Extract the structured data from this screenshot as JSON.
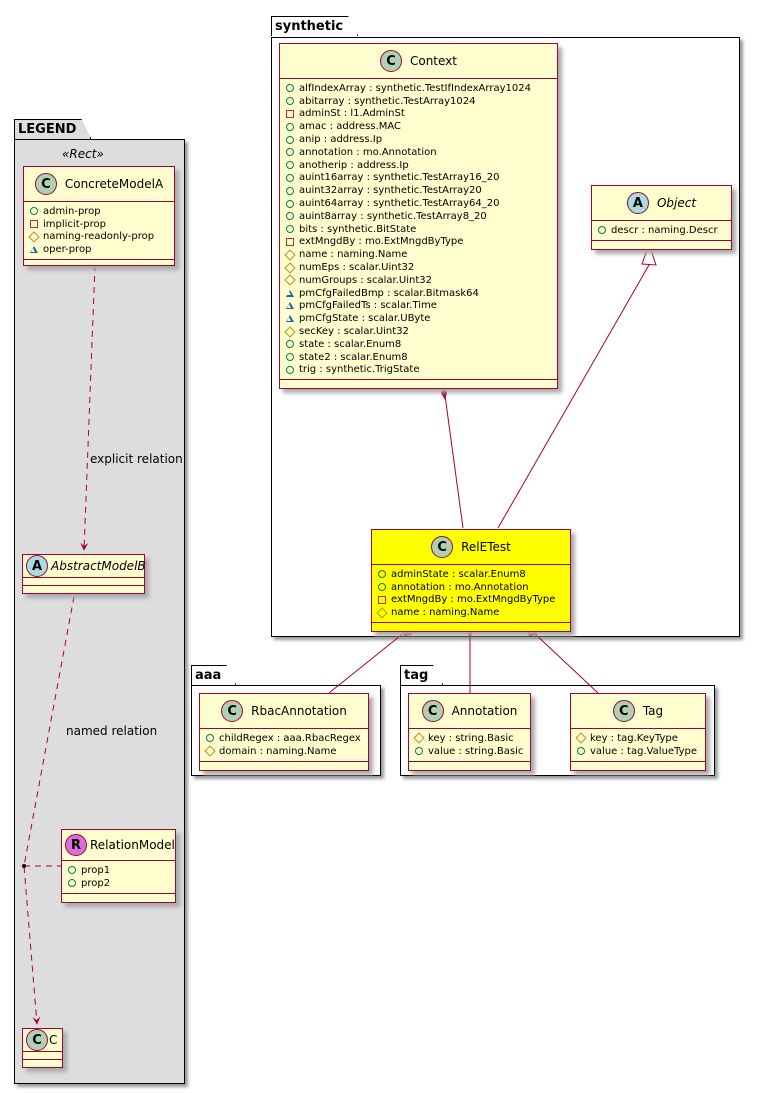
{
  "packages": {
    "legend": {
      "name": "LEGEND",
      "stereotype": "«Rect»"
    },
    "synthetic": {
      "name": "synthetic"
    },
    "aaa": {
      "name": "aaa"
    },
    "tag": {
      "name": "tag"
    }
  },
  "legend_classes": {
    "concrete": {
      "badge": "C",
      "name": "ConcreteModelA",
      "attrs": [
        {
          "vis": "public",
          "text": "admin-prop"
        },
        {
          "vis": "private",
          "text": "implicit-prop"
        },
        {
          "vis": "protected",
          "text": "naming-readonly-prop"
        },
        {
          "vis": "package",
          "text": "oper-prop"
        }
      ]
    },
    "abstract": {
      "badge": "A",
      "name": "AbstractModelB"
    },
    "relation": {
      "badge": "R",
      "name": "RelationModel",
      "attrs": [
        {
          "vis": "public",
          "text": "prop1"
        },
        {
          "vis": "public",
          "text": "prop2"
        }
      ]
    },
    "c": {
      "badge": "C",
      "name": "C"
    }
  },
  "relation_labels": {
    "explicit": "explicit relation",
    "named": "named relation"
  },
  "classes": {
    "context": {
      "badge": "C",
      "name": "Context",
      "attrs": [
        {
          "vis": "public",
          "text": "alfIndexArray : synthetic.TestIfIndexArray1024"
        },
        {
          "vis": "public",
          "text": "abitarray : synthetic.TestArray1024"
        },
        {
          "vis": "private",
          "text": "adminSt : l1.AdminSt"
        },
        {
          "vis": "public",
          "text": "amac : address.MAC"
        },
        {
          "vis": "public",
          "text": "anip : address.Ip"
        },
        {
          "vis": "public",
          "text": "annotation : mo.Annotation"
        },
        {
          "vis": "public",
          "text": "anotherip : address.Ip"
        },
        {
          "vis": "public",
          "text": "auint16array : synthetic.TestArray16_20"
        },
        {
          "vis": "public",
          "text": "auint32array : synthetic.TestArray20"
        },
        {
          "vis": "public",
          "text": "auint64array : synthetic.TestArray64_20"
        },
        {
          "vis": "public",
          "text": "auint8array : synthetic.TestArray8_20"
        },
        {
          "vis": "public",
          "text": "bits : synthetic.BitState"
        },
        {
          "vis": "private",
          "text": "extMngdBy : mo.ExtMngdByType"
        },
        {
          "vis": "protected",
          "text": "name : naming.Name"
        },
        {
          "vis": "protected",
          "text": "numEps : scalar.Uint32"
        },
        {
          "vis": "protected",
          "text": "numGroups : scalar.Uint32"
        },
        {
          "vis": "package",
          "text": "pmCfgFailedBmp : scalar.Bitmask64"
        },
        {
          "vis": "package",
          "text": "pmCfgFailedTs : scalar.Time"
        },
        {
          "vis": "package",
          "text": "pmCfgState : scalar.UByte"
        },
        {
          "vis": "protected",
          "text": "secKey : scalar.Uint32"
        },
        {
          "vis": "public",
          "text": "state : scalar.Enum8"
        },
        {
          "vis": "public",
          "text": "state2 : scalar.Enum8"
        },
        {
          "vis": "public",
          "text": "trig : synthetic.TrigState"
        }
      ]
    },
    "object": {
      "badge": "A",
      "name": "Object",
      "attrs": [
        {
          "vis": "public",
          "text": "descr : naming.Descr"
        }
      ]
    },
    "reletest": {
      "badge": "C",
      "name": "RelETest",
      "highlight": "#FFFF00",
      "attrs": [
        {
          "vis": "public",
          "text": "adminState : scalar.Enum8"
        },
        {
          "vis": "public",
          "text": "annotation : mo.Annotation"
        },
        {
          "vis": "private",
          "text": "extMngdBy : mo.ExtMngdByType"
        },
        {
          "vis": "protected",
          "text": "name : naming.Name"
        }
      ]
    },
    "rbac": {
      "badge": "C",
      "name": "RbacAnnotation",
      "attrs": [
        {
          "vis": "public",
          "text": "childRegex : aaa.RbacRegex"
        },
        {
          "vis": "protected",
          "text": "domain : naming.Name"
        }
      ]
    },
    "annotation": {
      "badge": "C",
      "name": "Annotation",
      "attrs": [
        {
          "vis": "protected",
          "text": "key : string.Basic"
        },
        {
          "vis": "public",
          "text": "value : string.Basic"
        }
      ]
    },
    "tag": {
      "badge": "C",
      "name": "Tag",
      "attrs": [
        {
          "vis": "protected",
          "text": "key : tag.KeyType"
        },
        {
          "vis": "public",
          "text": "value : tag.ValueType"
        }
      ]
    }
  },
  "colors": {
    "class_fill": "#FEFECE",
    "class_border": "#A80036",
    "highlight_fill": "#FFFF00",
    "legend_fill": "#DDDDDD",
    "badge_class": "#ADD1B2",
    "badge_abstract": "#A9DCDF",
    "badge_relation": "#DA70D6"
  }
}
